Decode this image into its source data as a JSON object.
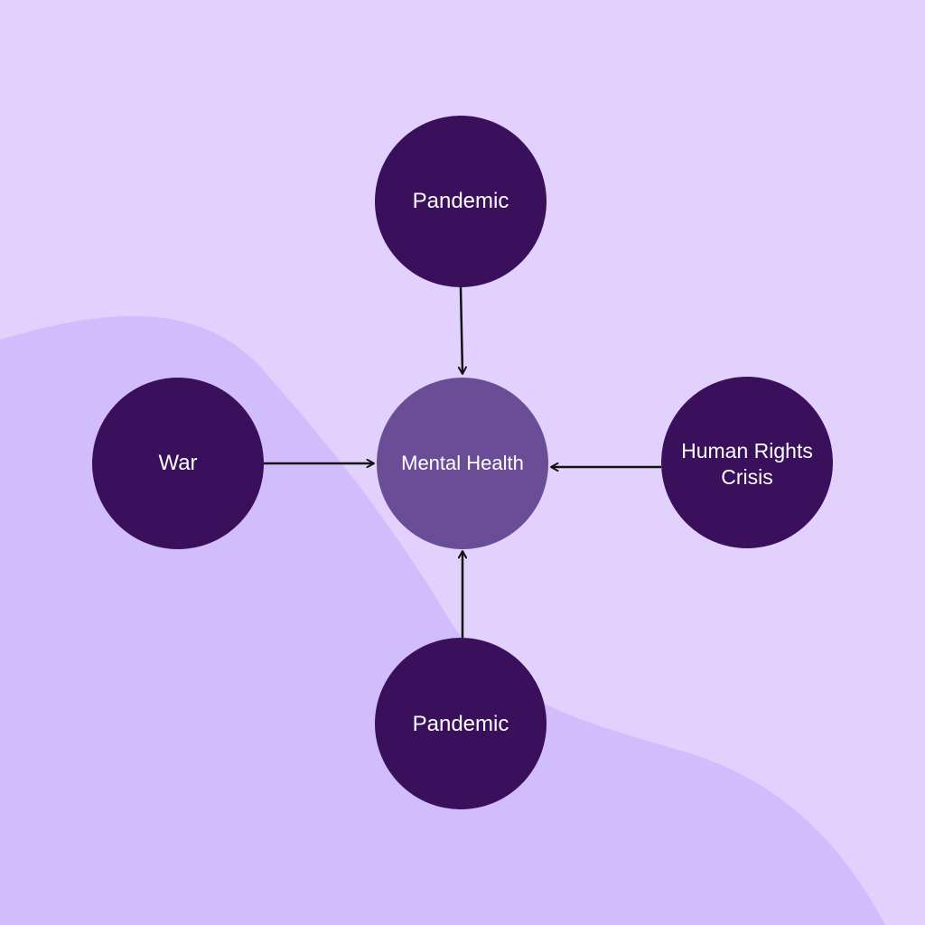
{
  "diagram": {
    "center": {
      "label": "Mental Health"
    },
    "factors": [
      {
        "label": "Pandemic"
      },
      {
        "label": "War"
      },
      {
        "label": "Human Rights\nCrisis"
      },
      {
        "label": "Pandemic"
      }
    ],
    "colors": {
      "background": "#e1d1fc",
      "blob": "#d2bdfc",
      "outer_node": "#3a0f5c",
      "center_node": "#6b4d97",
      "arrow": "#111111",
      "text": "#ffffff"
    }
  }
}
